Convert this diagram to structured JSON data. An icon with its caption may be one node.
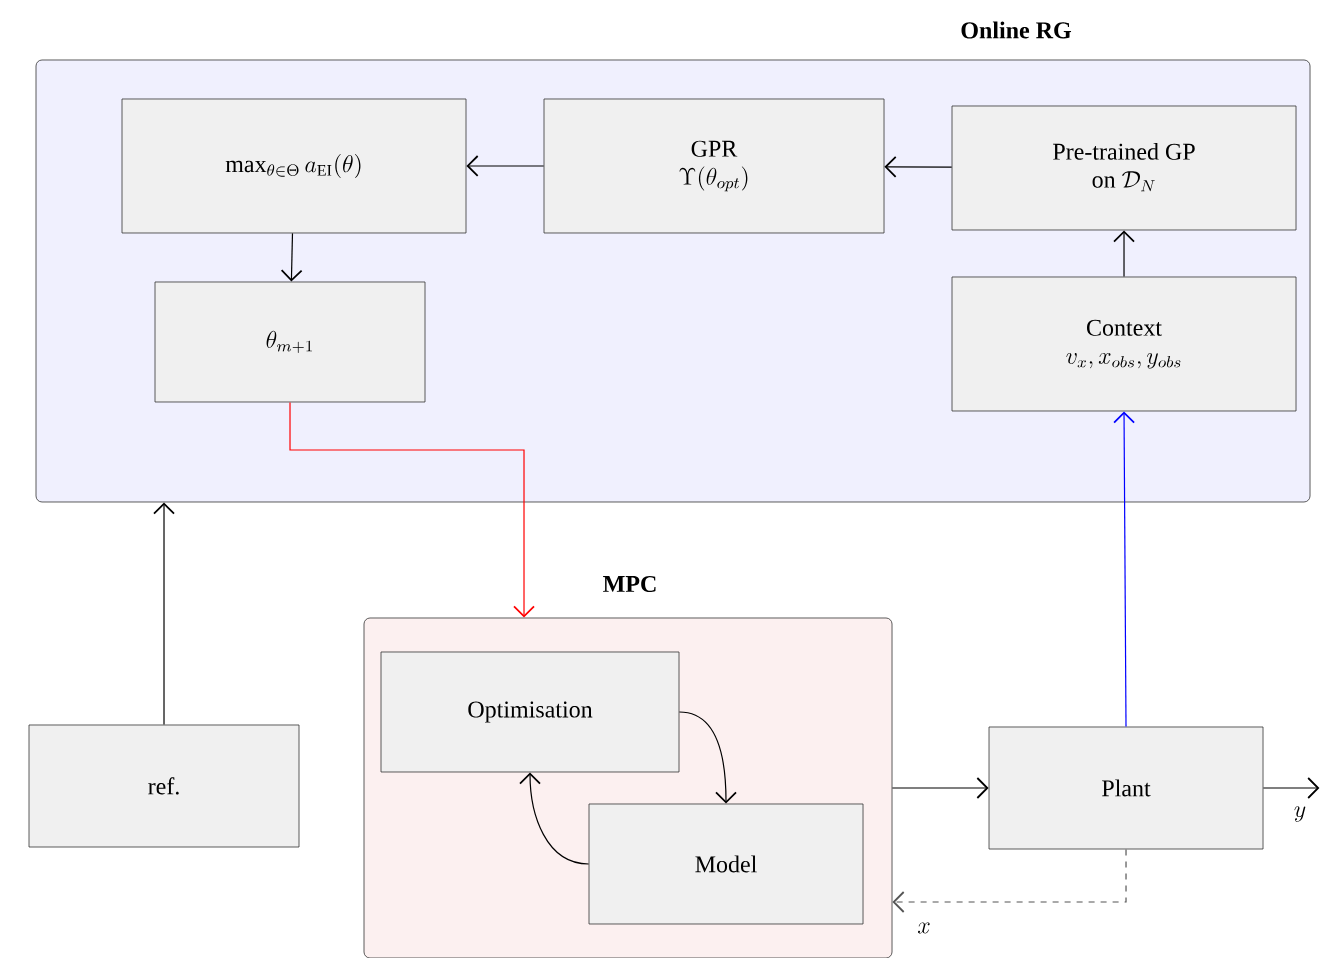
{
  "diagram": {
    "nodes": [
      {
        "text": [
          "Online RG"
        ]
      },
      {
        "text": [
          "\\max_{\\theta\\in\\Theta} a_{\\mathrm{EI}}(\\theta)"
        ],
        "in": 0
      },
      {
        "text": [
          "GPR",
          "\\Upsilon(\\theta_{opt})"
        ],
        "in": 0
      },
      {
        "text": [
          "\\begin{array}{c}\\mbox{Pre-trained GP}\\\\ \\mbox{on } \\mathcal{D}_N\\end{array}"
        ],
        "in": 0
      },
      {
        "text": [
          "\\theta_{m+1}"
        ],
        "in": 0
      },
      {
        "text": [
          "Context",
          "v_x, x_{obs}, y_{obs}"
        ],
        "in": 0
      },
      {
        "text": [
          "MPC"
        ]
      },
      {
        "text": [
          "Optimisation"
        ],
        "in": 6
      },
      {
        "text": [
          "Model"
        ],
        "in": 6
      },
      {
        "text": [
          "ref."
        ]
      },
      {
        "text": [
          "Plant"
        ]
      }
    ],
    "edges": [
      {
        "from": 2,
        "to": 1,
        "arrow": "to"
      },
      {
        "from": 3,
        "to": 2,
        "arrow": "to"
      },
      {
        "from": 5,
        "to": 3,
        "arrow": "to"
      },
      {
        "from": 1,
        "to": 4,
        "arrow": "to"
      },
      {
        "from": 4,
        "to": 6,
        "arrow": "to",
        "color": "#ff0000"
      },
      {
        "from": 10,
        "to": 5,
        "arrow": "to",
        "color": "#0000ff"
      },
      {
        "from": 9,
        "to": 0,
        "arrow": "to"
      },
      {
        "from": 7,
        "to": 8,
        "arrow": "to"
      },
      {
        "from": 8,
        "to": 7,
        "arrow": "to"
      },
      {
        "from": 6,
        "to": 10,
        "arrow": "to"
      },
      {
        "from": 10,
        "to": 6,
        "arrow": "to",
        "style": "dashed",
        "color": "#555555",
        "label": "x"
      },
      {
        "from": 10,
        "to": null,
        "arrow": "to",
        "label": "y"
      }
    ]
  }
}
